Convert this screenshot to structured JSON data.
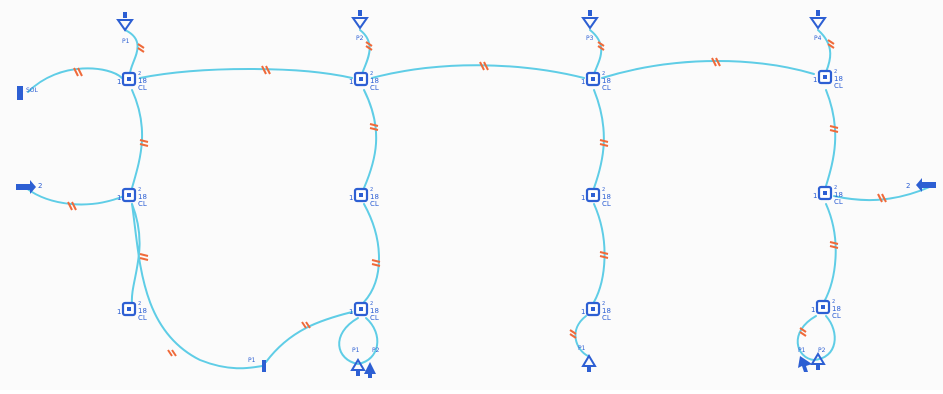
{
  "diagram": {
    "colors": {
      "wire": "#5fcde6",
      "marker": "#ef6a3a",
      "component": "#2d5fd3",
      "background": "#fbfbfb"
    },
    "nodes": [
      {
        "id": "n11",
        "pin_left": "1",
        "pin_top": "2",
        "value": "18",
        "label": "CL"
      },
      {
        "id": "n12",
        "pin_left": "1",
        "pin_top": "2",
        "value": "18",
        "label": "CL"
      },
      {
        "id": "n13",
        "pin_left": "1",
        "pin_top": "2",
        "value": "18",
        "label": "CL"
      },
      {
        "id": "n21",
        "pin_left": "1",
        "pin_top": "2",
        "value": "18",
        "label": "CL"
      },
      {
        "id": "n22",
        "pin_left": "1",
        "pin_top": "2",
        "value": "18",
        "label": "CL"
      },
      {
        "id": "n23",
        "pin_left": "1",
        "pin_top": "2",
        "value": "18",
        "label": "CL"
      },
      {
        "id": "n31",
        "pin_left": "1",
        "pin_top": "2",
        "value": "18",
        "label": "CL"
      },
      {
        "id": "n32",
        "pin_left": "1",
        "pin_top": "2",
        "value": "18",
        "label": "CL"
      },
      {
        "id": "n33",
        "pin_left": "1",
        "pin_top": "2",
        "value": "18",
        "label": "CL"
      },
      {
        "id": "n41",
        "pin_left": "1",
        "pin_top": "2",
        "value": "18",
        "label": "CL"
      },
      {
        "id": "n42",
        "pin_left": "1",
        "pin_top": "2",
        "value": "18",
        "label": "CL"
      },
      {
        "id": "n43",
        "pin_left": "1",
        "pin_top": "2",
        "value": "18",
        "label": "CL"
      }
    ],
    "ports": {
      "p1_label": "P1",
      "p2_label": "P2",
      "p3_label": "P3",
      "p4_label": "P4",
      "left_port_label": "2",
      "right_port_label": "2",
      "left_source_label": "SOL",
      "bottom_left_label": "P1",
      "bottom_p1": "P1",
      "bottom_p2": "P2",
      "bottom_p3": "P1",
      "bottom_p4": "P1",
      "bottom_p5": "P2"
    }
  }
}
